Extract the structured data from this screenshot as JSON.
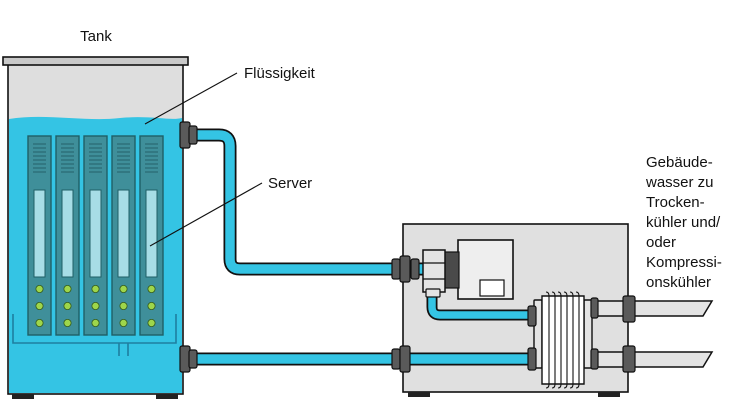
{
  "labels": {
    "tank": "Tank",
    "fluid": "Flüssigkeit",
    "server": "Server",
    "building_water": [
      "Gebäude-",
      "wasser zu",
      "Trocken-",
      "kühler und/",
      "oder",
      "Kompressi-",
      "onskühler"
    ]
  },
  "colors": {
    "coolant": "#34c4e4",
    "coolant_dark": "#1e9fc0",
    "tank_wall": "#dedede",
    "server_body": "#3f8f9a",
    "server_slot": "#2c6f78",
    "server_window": "#a7dde6",
    "led": "#9ed64b",
    "heat_exchanger_box": "#e0e0e0",
    "connector": "#5a5a5a",
    "building_pipe": "#e3e3e3"
  }
}
